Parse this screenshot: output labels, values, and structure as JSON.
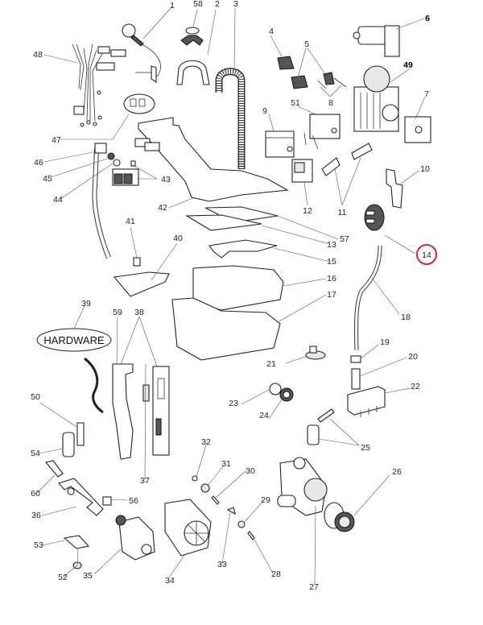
{
  "diagram": {
    "type": "exploded parts diagram",
    "subject": "washing machine components",
    "hardware_label": "HARDWARE",
    "highlight_color": "#d9262b",
    "highlighted_part": "14",
    "callouts": [
      {
        "id": "1",
        "label": "1"
      },
      {
        "id": "2",
        "label": "2"
      },
      {
        "id": "3",
        "label": "3"
      },
      {
        "id": "4",
        "label": "4"
      },
      {
        "id": "5",
        "label": "5"
      },
      {
        "id": "6",
        "label": "6"
      },
      {
        "id": "7",
        "label": "7"
      },
      {
        "id": "8",
        "label": "8"
      },
      {
        "id": "9",
        "label": "9"
      },
      {
        "id": "10",
        "label": "10"
      },
      {
        "id": "11",
        "label": "11"
      },
      {
        "id": "12",
        "label": "12"
      },
      {
        "id": "13",
        "label": "13"
      },
      {
        "id": "14",
        "label": "14"
      },
      {
        "id": "15",
        "label": "15"
      },
      {
        "id": "16",
        "label": "16"
      },
      {
        "id": "17",
        "label": "17"
      },
      {
        "id": "18",
        "label": "18"
      },
      {
        "id": "19",
        "label": "19"
      },
      {
        "id": "20",
        "label": "20"
      },
      {
        "id": "21",
        "label": "21"
      },
      {
        "id": "22",
        "label": "22"
      },
      {
        "id": "23",
        "label": "23"
      },
      {
        "id": "24",
        "label": "24"
      },
      {
        "id": "25",
        "label": "25"
      },
      {
        "id": "26",
        "label": "26"
      },
      {
        "id": "27",
        "label": "27"
      },
      {
        "id": "28",
        "label": "28"
      },
      {
        "id": "29",
        "label": "29"
      },
      {
        "id": "30",
        "label": "30"
      },
      {
        "id": "31",
        "label": "31"
      },
      {
        "id": "32",
        "label": "32"
      },
      {
        "id": "33",
        "label": "33"
      },
      {
        "id": "34",
        "label": "34"
      },
      {
        "id": "35",
        "label": "35"
      },
      {
        "id": "36",
        "label": "36"
      },
      {
        "id": "37",
        "label": "37"
      },
      {
        "id": "38",
        "label": "38"
      },
      {
        "id": "39",
        "label": "39"
      },
      {
        "id": "40",
        "label": "40"
      },
      {
        "id": "41",
        "label": "41"
      },
      {
        "id": "42",
        "label": "42"
      },
      {
        "id": "43",
        "label": "43"
      },
      {
        "id": "44",
        "label": "44"
      },
      {
        "id": "45",
        "label": "45"
      },
      {
        "id": "46",
        "label": "46"
      },
      {
        "id": "47",
        "label": "47"
      },
      {
        "id": "48",
        "label": "48"
      },
      {
        "id": "49",
        "label": "49"
      },
      {
        "id": "50",
        "label": "50"
      },
      {
        "id": "51",
        "label": "51"
      },
      {
        "id": "52",
        "label": "52"
      },
      {
        "id": "53",
        "label": "53"
      },
      {
        "id": "54",
        "label": "54"
      },
      {
        "id": "56",
        "label": "56"
      },
      {
        "id": "57",
        "label": "57"
      },
      {
        "id": "58",
        "label": "58"
      },
      {
        "id": "59",
        "label": "59"
      },
      {
        "id": "60",
        "label": "60"
      }
    ]
  }
}
